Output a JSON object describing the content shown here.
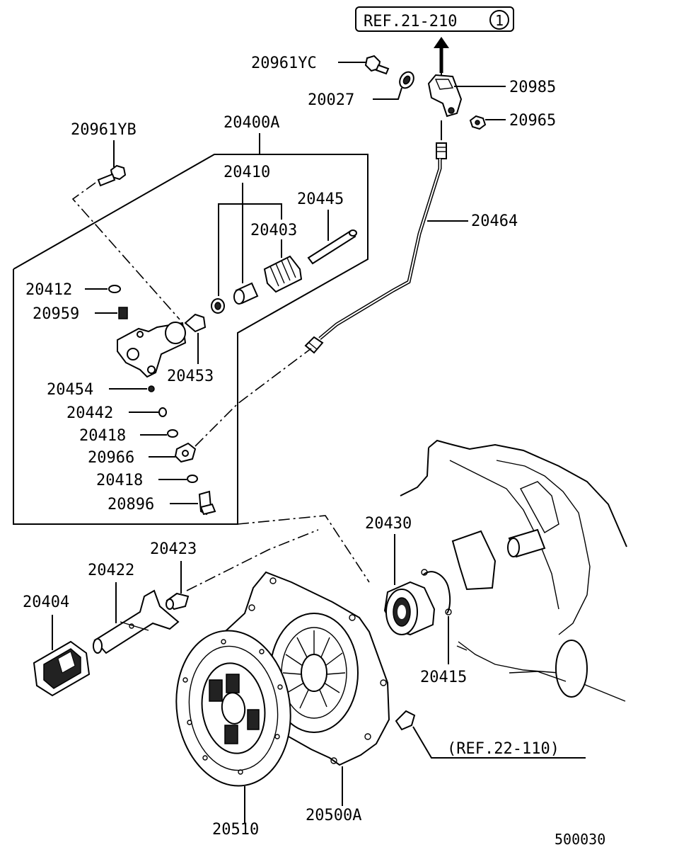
{
  "ref_top": "REF.21-210",
  "ref_top_circle": "1",
  "ref_bottom": "(REF.22-110)",
  "diagram_code": "500030",
  "labels": {
    "p20961YC": "20961YC",
    "p20027": "20027",
    "p20985": "20985",
    "p20965": "20965",
    "p20961YB": "20961YB",
    "p20400A": "20400A",
    "p20410": "20410",
    "p20445": "20445",
    "p20403": "20403",
    "p20464": "20464",
    "p20412": "20412",
    "p20959": "20959",
    "p20453": "20453",
    "p20454": "20454",
    "p20442": "20442",
    "p20418a": "20418",
    "p20966": "20966",
    "p20418b": "20418",
    "p20896": "20896",
    "p20430": "20430",
    "p20423": "20423",
    "p20422": "20422",
    "p20404": "20404",
    "p20415": "20415",
    "p20510": "20510",
    "p20500A": "20500A"
  }
}
